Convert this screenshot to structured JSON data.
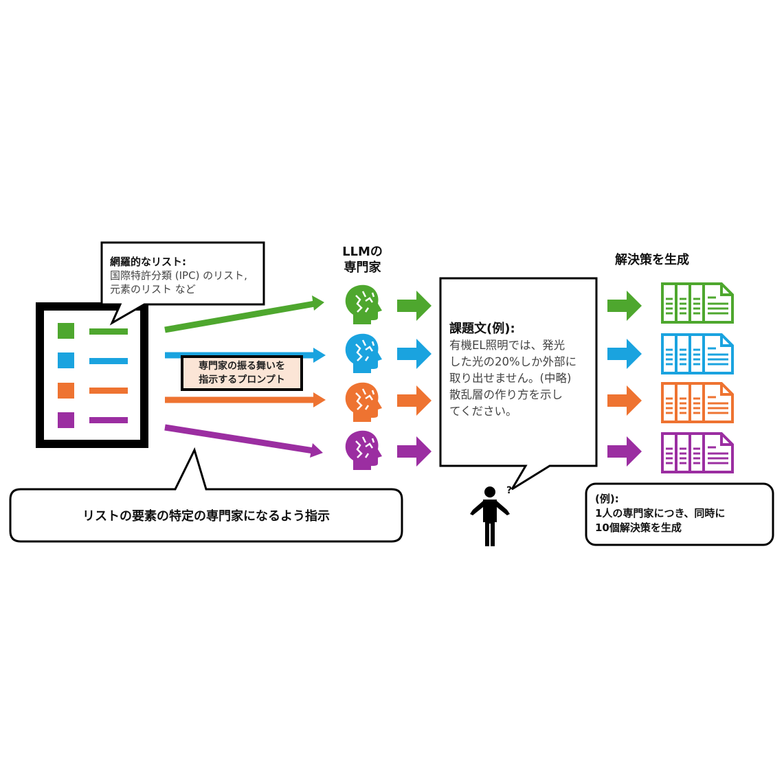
{
  "colors": {
    "green": "#4ea72e",
    "blue": "#1aa3df",
    "orange": "#ee7331",
    "purple": "#9b2ea1",
    "prompt_bg": "#fbe5d6"
  },
  "list_callout": {
    "title": "網羅的なリスト:",
    "line1": "国際特許分類 (IPC) のリスト,",
    "line2": "元素のリスト など"
  },
  "prompt_box": {
    "line1": "専門家の振る舞いを",
    "line2": "指示するプロンプト"
  },
  "instruction_callout": "リストの要素の特定の専門家になるよう指示",
  "experts_label": {
    "line1": "LLMの",
    "line2": "専門家"
  },
  "problem": {
    "title": "課題文(例):",
    "lines": [
      "有機EL照明では、発光",
      "した光の20%しか外部に",
      "取り出せません。(中略)",
      "散乱層の作り方を示し",
      "てください。"
    ]
  },
  "person_mark": "?",
  "solutions_label": "解決策を生成",
  "example_box": {
    "title": "(例):",
    "line1": "1人の専門家につき、同時に",
    "line2": "10個解決策を生成"
  },
  "icons": [
    "clipboard-list-icon",
    "brain-head-icon",
    "arrow-right-icon",
    "documents-icon",
    "person-shrug-icon"
  ]
}
